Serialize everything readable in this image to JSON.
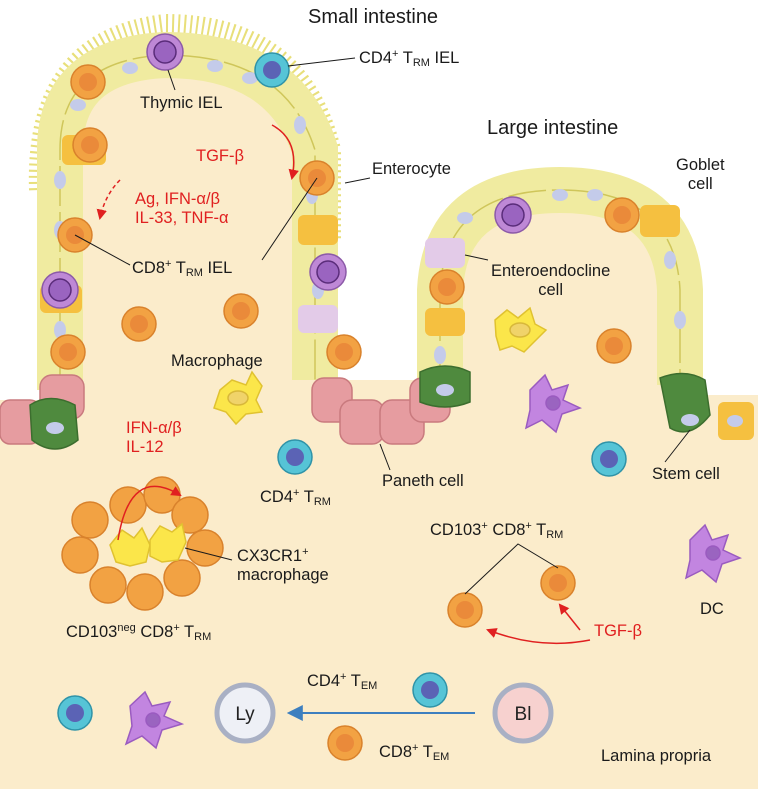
{
  "regions": {
    "small_intestine": "Small intestine",
    "large_intestine": "Large intestine",
    "lamina_propria": "Lamina propria"
  },
  "labels": {
    "thymic_iel": "Thymic IEL",
    "cd4_trm_iel": {
      "prefix": "CD4",
      "sup": "+",
      "main": " T",
      "sub": "RM",
      "suffix": " IEL"
    },
    "cd8_trm_iel": {
      "prefix": "CD8",
      "sup": "+",
      "main": " T",
      "sub": "RM",
      "suffix": " IEL"
    },
    "enterocyte": "Enterocyte",
    "goblet_cell": [
      "Goblet",
      "cell"
    ],
    "enteroendocrine_cell": [
      "Enteroendocline",
      "cell"
    ],
    "macrophage": "Macrophage",
    "paneth_cell": "Paneth cell",
    "stem_cell": "Stem cell",
    "cd4_trm": {
      "prefix": "CD4",
      "sup": "+",
      "main": " T",
      "sub": "RM"
    },
    "cx3cr1_macrophage": {
      "line1_prefix": "CX3CR1",
      "line1_sup": "+",
      "line2": "macrophage"
    },
    "cd103neg_cd8_trm": {
      "prefix": "CD103",
      "sup": "neg",
      "mid": " CD8",
      "sup2": "+",
      "main": " T",
      "sub": "RM"
    },
    "cd103_cd8_trm": {
      "prefix": "CD103",
      "sup": "+",
      "mid": " CD8",
      "sup2": "+",
      "main": " T",
      "sub": "RM"
    },
    "dc": "DC",
    "cd4_tem": {
      "prefix": "CD4",
      "sup": "+",
      "main": " T",
      "sub": "EM"
    },
    "cd8_tem": {
      "prefix": "CD8",
      "sup": "+",
      "main": " T",
      "sub": "EM"
    },
    "ly": "Ly",
    "bl": "Bl"
  },
  "signals": {
    "tgf_beta": "TGF-β",
    "ag_ifn_line1": "Ag, IFN-α/β",
    "ag_ifn_line2": "IL-33, TNF-α",
    "ifn_il12_line1": "IFN-α/β",
    "ifn_il12_line2": "IL-12"
  },
  "colors": {
    "background": "#fbeccb",
    "epithelium": "#f0eba0",
    "tcell": "#f2a243",
    "tcell_nucleus": "#ea8a3a",
    "cd4_cell": "#56c4d6",
    "cd4_nucleus": "#5b63b5",
    "thymic_iel": "#be88d6",
    "macrophage": "#fbe64a",
    "dc": "#c285e0",
    "paneth": "#e69ca0",
    "stem": "#4f8a3e",
    "goblet": "#f5c040",
    "signal_red": "#e02020",
    "flow_arrow": "#3d7fbf"
  }
}
